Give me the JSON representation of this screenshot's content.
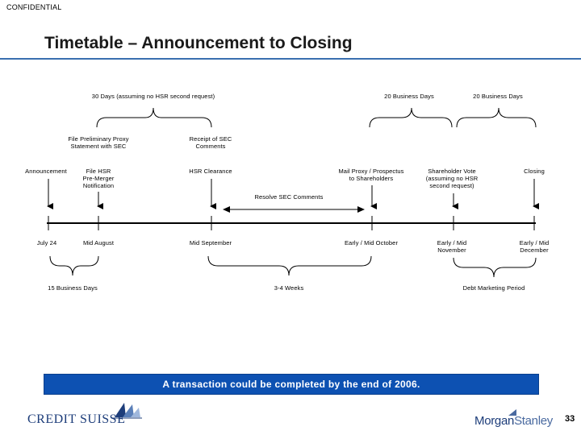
{
  "header": {
    "confidential": "CONFIDENTIAL",
    "title": "Timetable – Announcement to Closing",
    "rule_color": "#3a6fb0"
  },
  "timeline": {
    "top_brackets": [
      {
        "label": "30 Days (assuming no HSR second request)"
      },
      {
        "label": "20 Business Days"
      },
      {
        "label": "20 Business Days"
      }
    ],
    "upper_events": [
      {
        "label": "File Preliminary Proxy\nStatement with SEC"
      },
      {
        "label": "Receipt of SEC\nComments"
      }
    ],
    "events": [
      {
        "label": "Announcement",
        "date": "July 24"
      },
      {
        "label": "File HSR\nPre-Merger\nNotification",
        "date": "Mid August"
      },
      {
        "label": "HSR Clearance",
        "date": "Mid September"
      },
      {
        "label": "Mail Proxy / Prospectus\nto Shareholders",
        "date": "Early / Mid October"
      },
      {
        "label": "Shareholder Vote\n(assuming no HSR\nsecond request)",
        "date": "Early / Mid\nNovember"
      },
      {
        "label": "Closing",
        "date": "Early / Mid\nDecember"
      }
    ],
    "range_arrow_label": "Resolve SEC Comments",
    "bottom_brackets": [
      {
        "label": "15 Business Days"
      },
      {
        "label": "3-4 Weeks"
      },
      {
        "label": "Debt Marketing Period"
      }
    ]
  },
  "banner": {
    "text": "A transaction could be completed by the end of 2006.",
    "color": "#0d51b2"
  },
  "footer": {
    "left_logo": "CREDIT SUISSE",
    "right_logo_a": "Morgan",
    "right_logo_b": "Stanley",
    "page_number": "33",
    "logo_color": "#1d3d7a"
  }
}
